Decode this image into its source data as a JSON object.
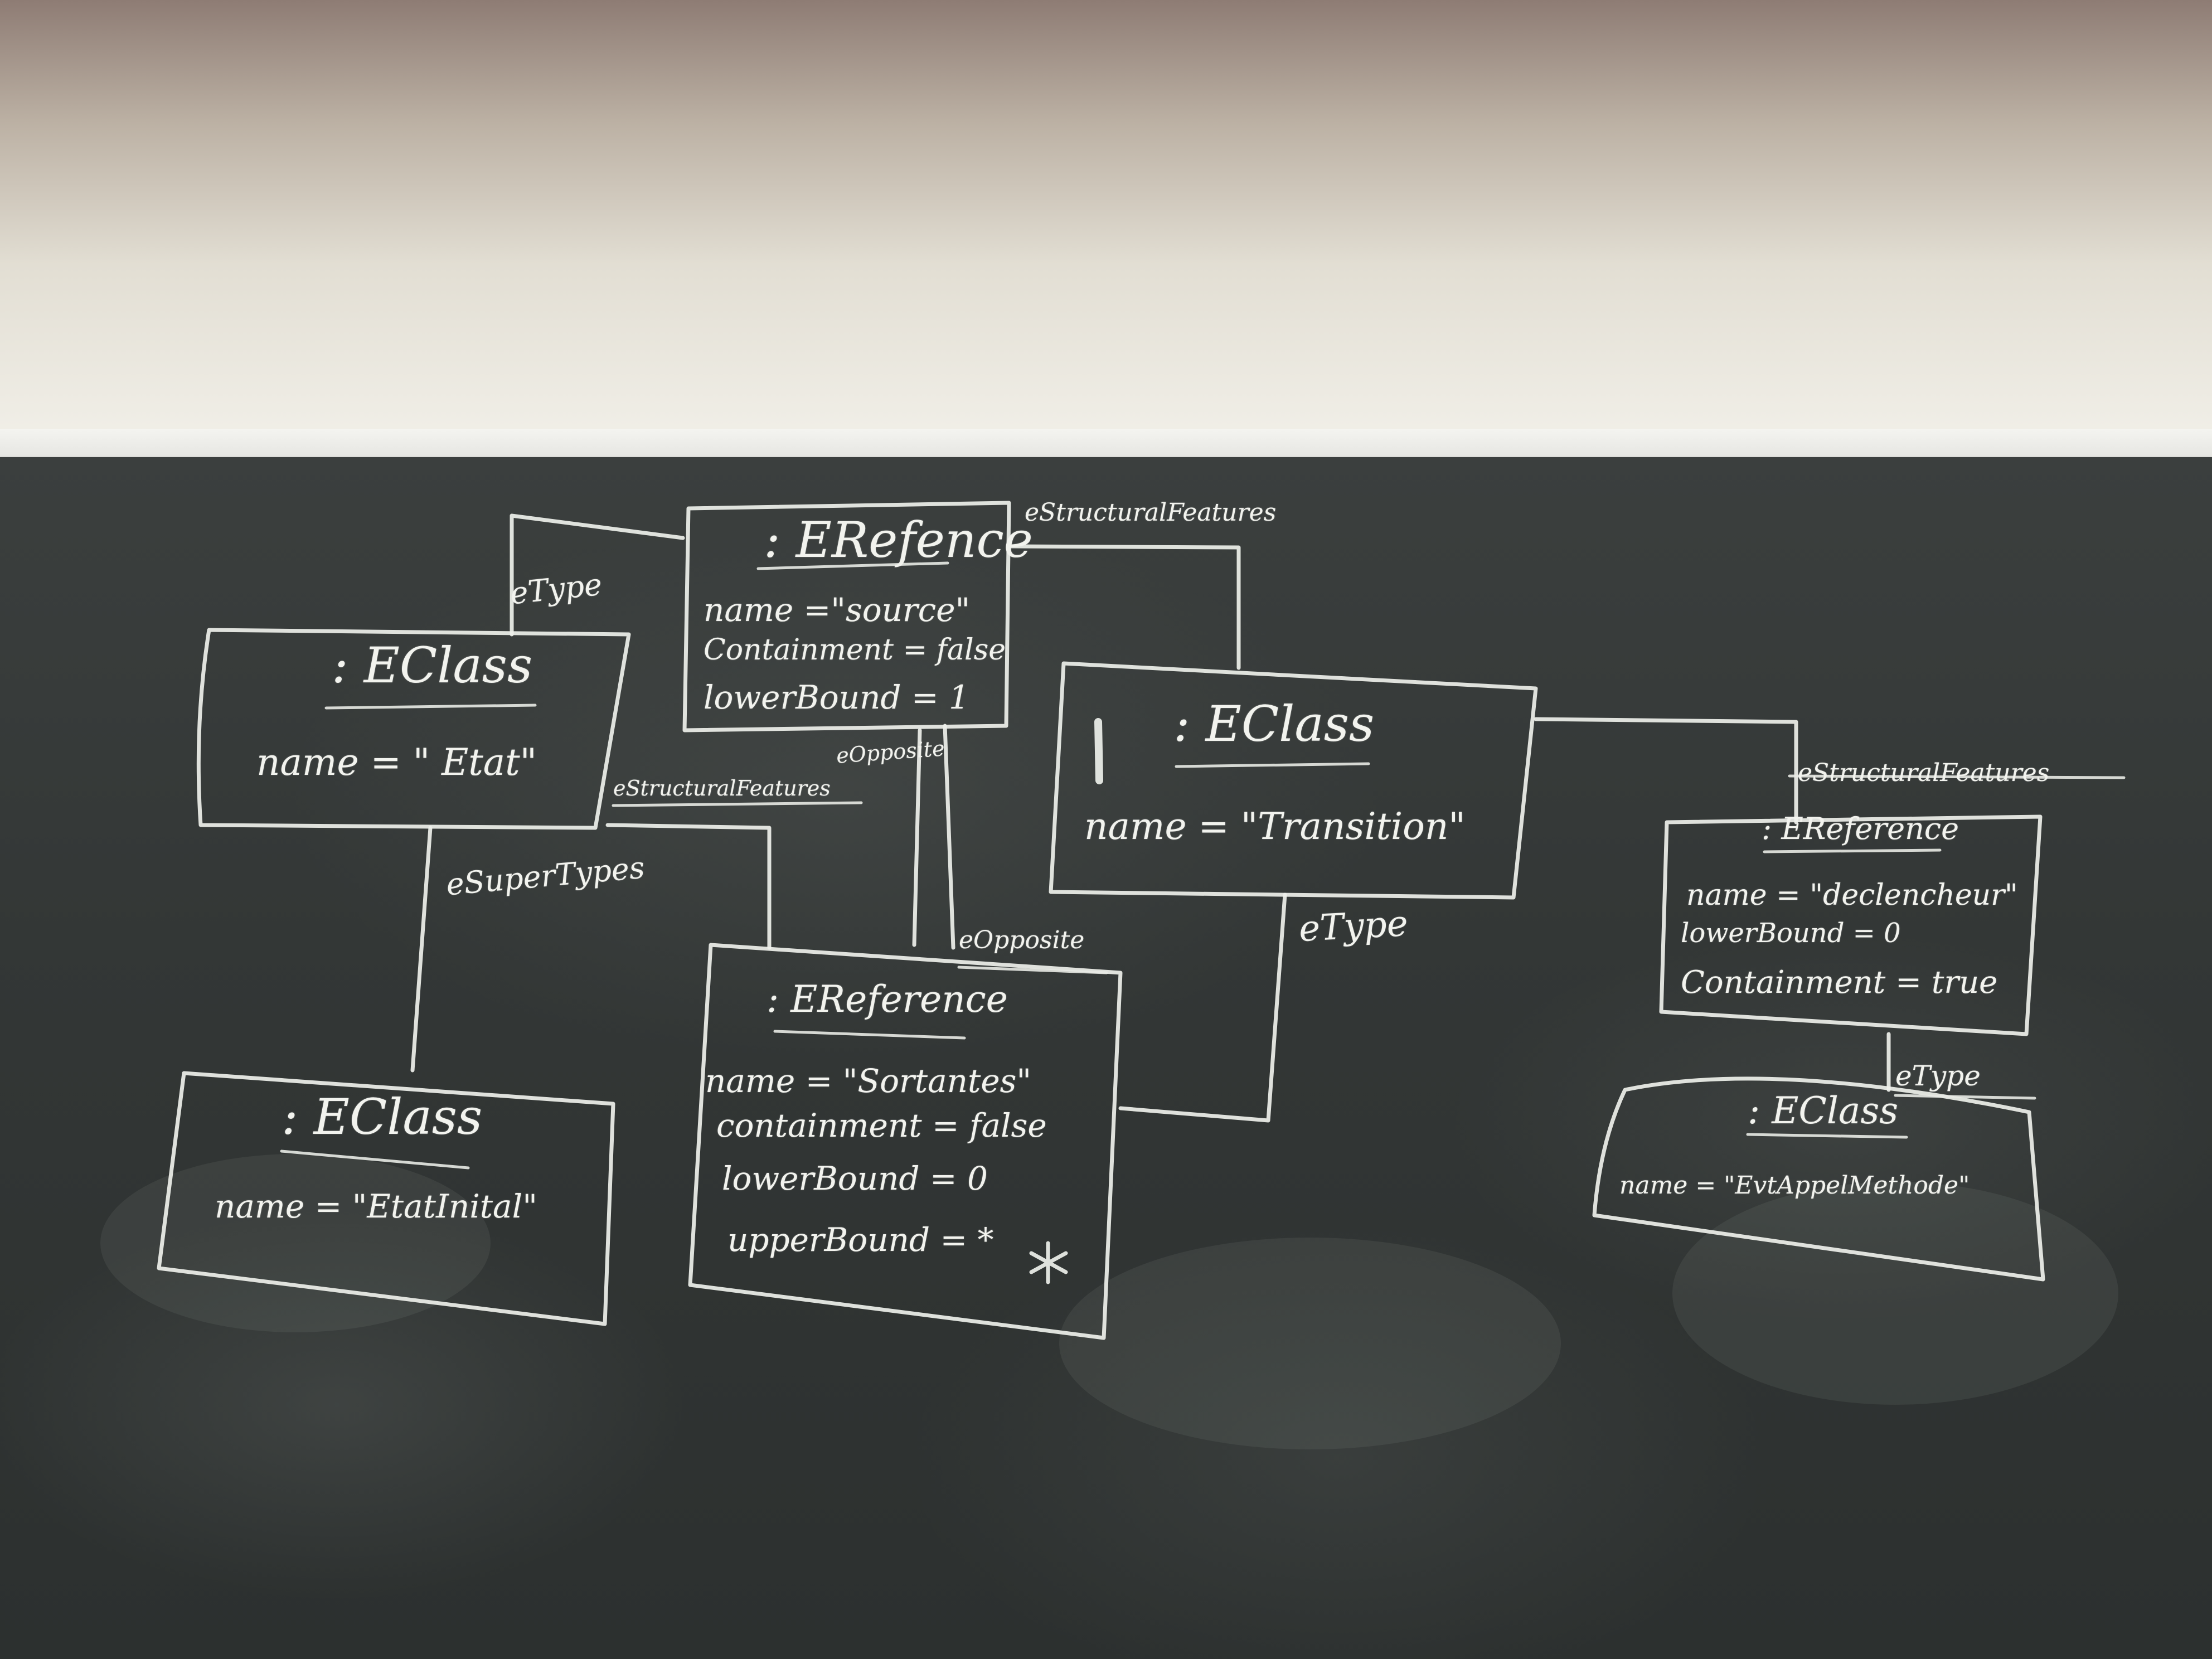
{
  "boxes": {
    "ref_source": {
      "title": ": ERefence",
      "attrs": [
        "name =\"source\"",
        "Containment = false",
        "lowerBound = 1"
      ]
    },
    "class_etat": {
      "title": ": EClass",
      "attrs": [
        "name = \" Etat\""
      ]
    },
    "class_transition": {
      "title": ": EClass",
      "attrs": [
        "name = \"Transition\""
      ]
    },
    "ref_sortantes": {
      "title": ": EReference",
      "attrs": [
        "name = \"Sortantes\"",
        "containment = false",
        "lowerBound = 0",
        "upperBound = *"
      ]
    },
    "class_etatinitial": {
      "title": ": EClass",
      "attrs": [
        "name = \"EtatInital\""
      ]
    },
    "ref_declencheur": {
      "title": ": EReference",
      "attrs": [
        "name = \"declencheur\"",
        "lowerBound = 0",
        "Containment = true"
      ]
    },
    "class_evtappel": {
      "title": ": EClass",
      "attrs": [
        "name = \"EvtAppelMethode\""
      ]
    }
  },
  "roles": {
    "etype_top": "eType",
    "estructural_top": "eStructuralFeatures",
    "eopposite_top": "eOpposite",
    "estructural_left": "eStructuralFeatures",
    "esupertypes": "eSuperTypes",
    "eopposite_mid": "eOpposite",
    "etype_mid": "eType",
    "estructural_right": "eStructuralFeatures",
    "etype_right": "eType"
  }
}
